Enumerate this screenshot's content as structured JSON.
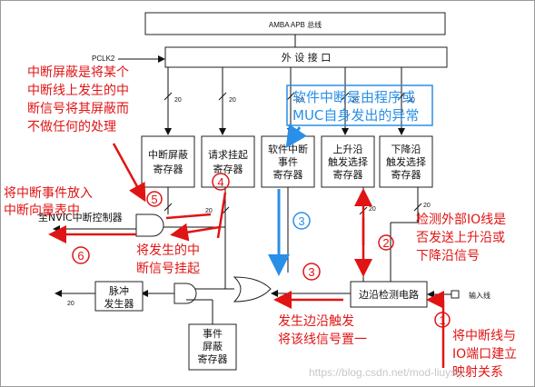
{
  "bus": {
    "label": "AMBA APB 总线"
  },
  "pclk": {
    "label": "PCLK2"
  },
  "peripheral_interface": {
    "label": "外 设 接 口"
  },
  "bus_width": "20",
  "registers": {
    "interrupt_mask": [
      "中断屏蔽",
      "寄存器"
    ],
    "pending": [
      "请求挂起",
      "寄存器"
    ],
    "software_interrupt": [
      "软件中断",
      "事件",
      "寄存器"
    ],
    "rising_edge": [
      "上升沿",
      "触发选择",
      "寄存器"
    ],
    "falling_edge": [
      "下降沿",
      "触发选择",
      "寄存器"
    ],
    "edge_detect": "边沿检测电路",
    "pulse_generator": [
      "脉冲",
      "发生器"
    ],
    "event_mask": [
      "事件",
      "屏蔽",
      "寄存器"
    ]
  },
  "nvic": {
    "label": "至NVIC中断控制器"
  },
  "input_line": {
    "label": "输入线"
  },
  "annotations": {
    "mask_note": [
      "中断屏蔽是将某个",
      "中断线上发生的中",
      "断信号将其屏蔽而",
      "不做任何的处理"
    ],
    "put_event_note": [
      "将中断事件放入",
      "中断向量表中"
    ],
    "pending_note": [
      "将发生的中",
      "断信号挂起"
    ],
    "software_note": [
      "软件中断是由程序或",
      "MUC自身发出的异常"
    ],
    "edge_check_note": [
      "检测外部IO线是",
      "否发送上升沿或",
      "下降沿信号"
    ],
    "edge_set_note": [
      "发生边沿触发",
      "将该线信号置一"
    ],
    "mapping_note": [
      "将中断线与",
      "IO端口建立",
      "映射关系"
    ]
  },
  "step_numbers": [
    "1",
    "2",
    "3",
    "3",
    "4",
    "5",
    "6"
  ],
  "watermark": "https://blog.csdn.net/mod-liuysiy",
  "colors": {
    "red": "#e01414",
    "blue": "#2a8fe8",
    "line": "#111111"
  }
}
